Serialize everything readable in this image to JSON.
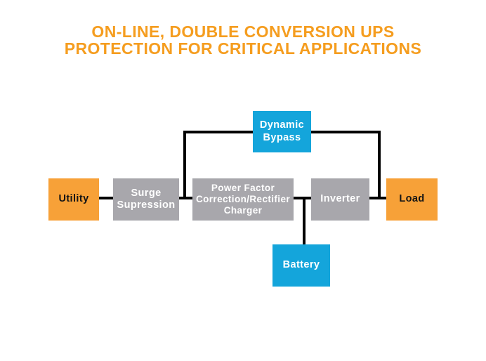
{
  "title": {
    "line1": "ON-LINE, DOUBLE CONVERSION UPS",
    "line2": "PROTECTION FOR CRITICAL APPLICATIONS"
  },
  "colors": {
    "background": "#FFFFFF",
    "title_orange": "#F59D1F",
    "box_orange": "#F7A138",
    "box_gray": "#A8A7AC",
    "box_blue": "#14A5DB",
    "wire_black": "#000000"
  },
  "nodes": {
    "utility": {
      "label": "Utility"
    },
    "surge": {
      "lines": [
        "Surge",
        "Supression"
      ]
    },
    "pfc": {
      "lines": [
        "Power Factor",
        "Correction/Rectifier",
        "Charger"
      ]
    },
    "inverter": {
      "label": "Inverter"
    },
    "load": {
      "label": "Load"
    },
    "bypass": {
      "lines": [
        "Dynamic",
        "Bypass"
      ]
    },
    "battery": {
      "label": "Battery"
    }
  },
  "connections": [
    "utility-to-surge",
    "surge-to-pfc",
    "pfc-to-inverter",
    "inverter-to-load",
    "bypass-branch",
    "battery-branch"
  ]
}
